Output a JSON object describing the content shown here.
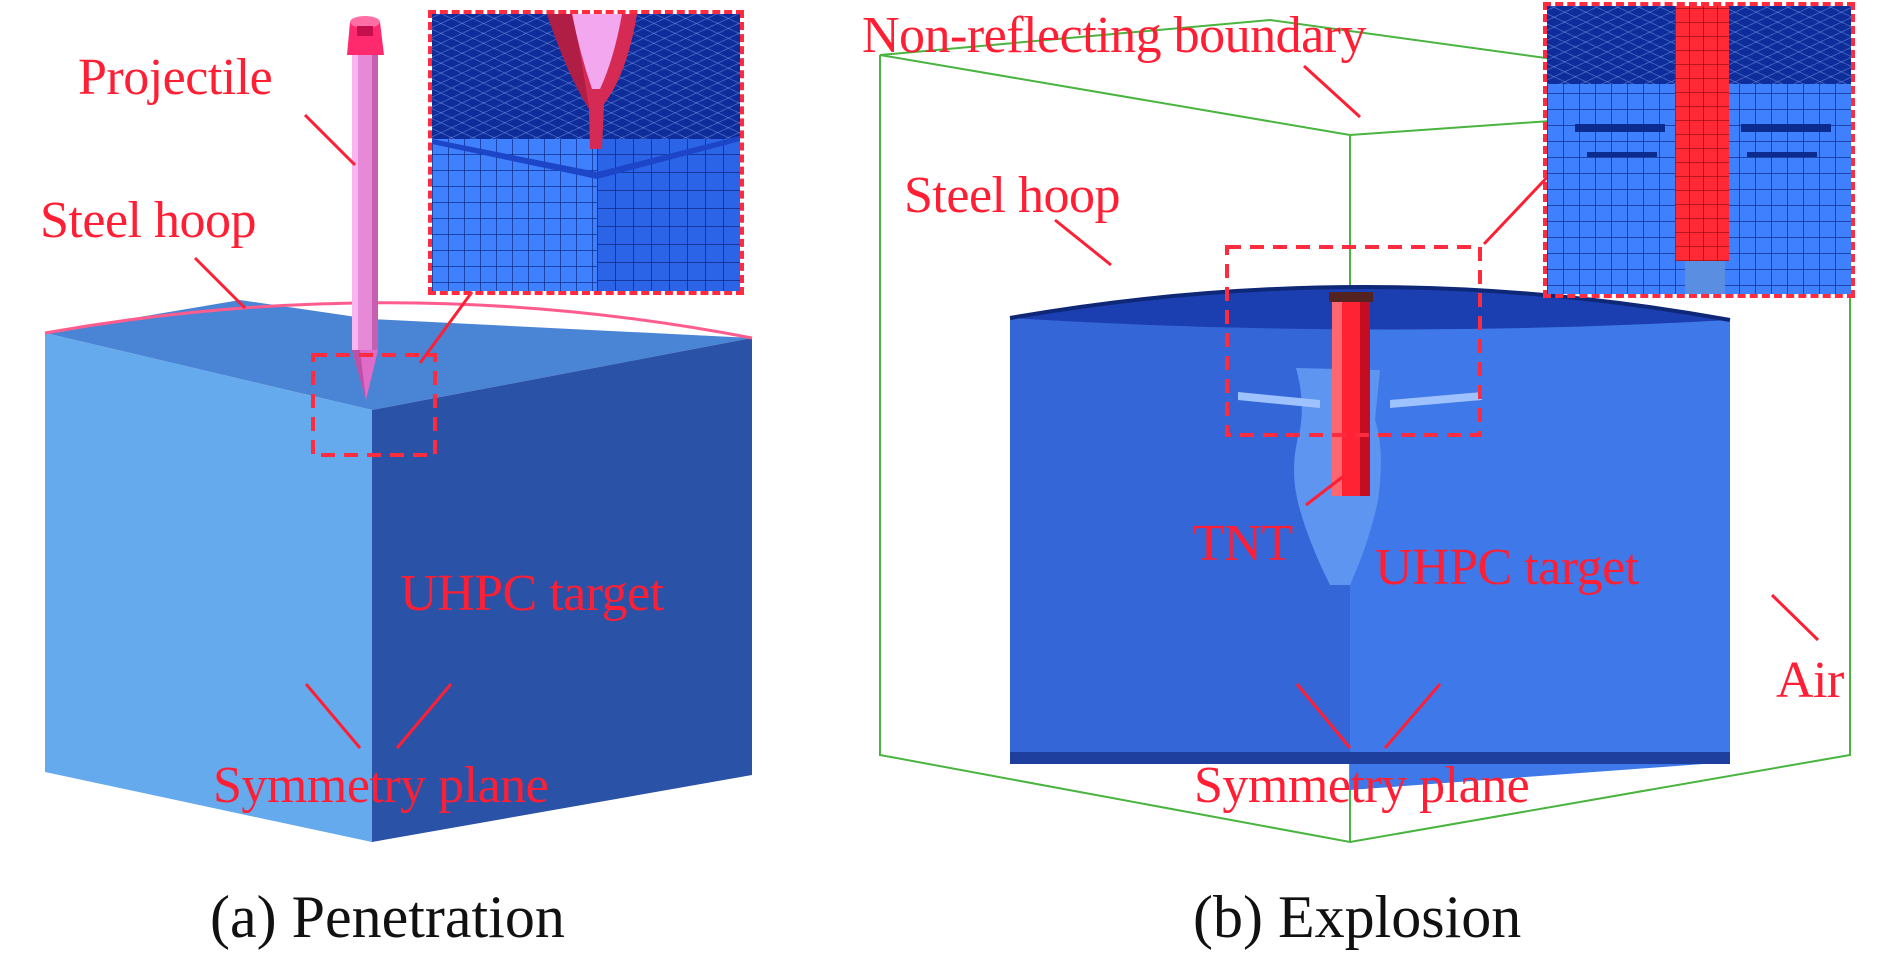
{
  "panel_a": {
    "labels": {
      "projectile": "Projectile",
      "steel_hoop": "Steel hoop",
      "uhpc_target": "UHPC target",
      "symmetry_plane": "Symmetry plane"
    },
    "caption": "(a) Penetration"
  },
  "panel_b": {
    "labels": {
      "non_reflecting_boundary": "Non-reflecting boundary",
      "steel_hoop": "Steel hoop",
      "tnt": "TNT",
      "uhpc_target": "UHPC target",
      "air": "Air",
      "symmetry_plane": "Symmetry plane"
    },
    "caption": "(b) Explosion"
  },
  "colors": {
    "label_red": "#ff1f35",
    "target_light_face": "#66aaee",
    "target_dark_face": "#2a52a6",
    "target_top_face": "#4a84d4",
    "explosion_target": "#3566d8",
    "projectile_pink": "#e68ad8",
    "tnt_red": "#ff2233",
    "air_boundary_green": "#49b43f"
  }
}
